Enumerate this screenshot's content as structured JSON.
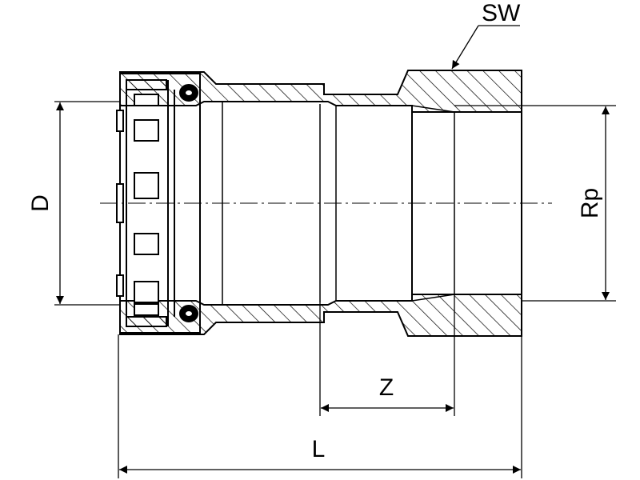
{
  "drawing": {
    "labels": {
      "sw": "SW",
      "d": "D",
      "rp": "Rp",
      "z": "Z",
      "l": "L"
    },
    "colors": {
      "line": "#000000",
      "background": "#ffffff"
    }
  }
}
